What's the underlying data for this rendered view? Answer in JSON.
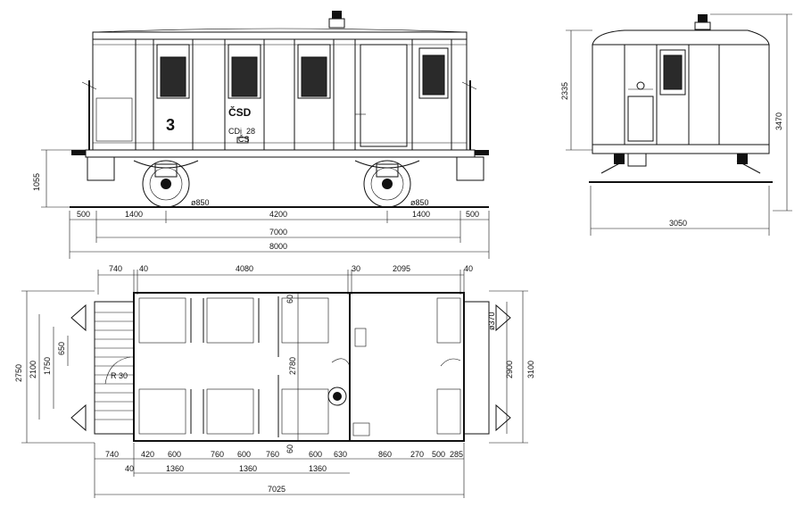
{
  "side_view": {
    "class_numeral": "3",
    "operator_mark": "ČSD",
    "type_code": "CDi",
    "number": "28",
    "plate": "ČS",
    "wheel_dia_left": "ø850",
    "wheel_dia_right": "ø850",
    "height_rail_to_floor": "1055",
    "bottom_dims": [
      "500",
      "1400",
      "4200",
      "1400",
      "500"
    ],
    "wheelbase": "7000",
    "length_over_buffers": "8000"
  },
  "end_view": {
    "body_height": "2335",
    "overall_height": "3470",
    "width": "3050"
  },
  "plan_view": {
    "top_dims": [
      "740",
      "40",
      "4080",
      "30",
      "2095",
      "40"
    ],
    "top_inner_left": "60",
    "bottom_inner_left": "60",
    "compartment_width": "2780",
    "left_dims": [
      "2750",
      "2100",
      "1750",
      "650"
    ],
    "right_dims": [
      "ø370",
      "2900",
      "3100"
    ],
    "radius": "R 30",
    "bottom_row1": [
      "740",
      "420",
      "600",
      "760",
      "600",
      "760",
      "600",
      "630",
      "860",
      "270",
      "500",
      "285"
    ],
    "bottom_row2": [
      "40",
      "1360",
      "1360",
      "1360"
    ],
    "overall_length": "7025"
  }
}
